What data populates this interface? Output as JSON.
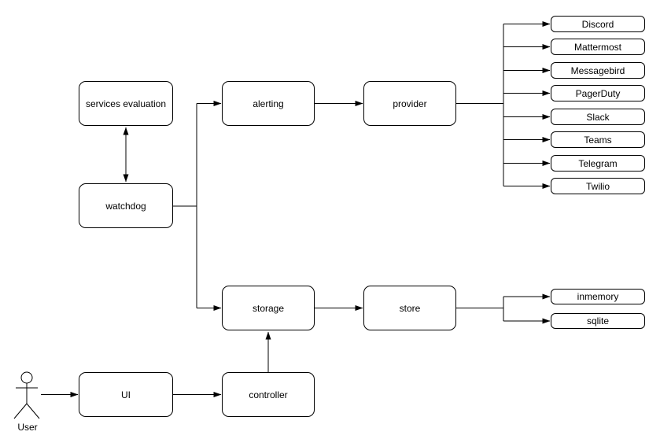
{
  "diagram": {
    "nodes": {
      "services_evaluation": {
        "label": "services evaluation"
      },
      "watchdog": {
        "label": "watchdog"
      },
      "alerting": {
        "label": "alerting"
      },
      "provider": {
        "label": "provider"
      },
      "storage": {
        "label": "storage"
      },
      "store": {
        "label": "store"
      },
      "ui": {
        "label": "UI"
      },
      "controller": {
        "label": "controller"
      }
    },
    "provider_targets": [
      "Discord",
      "Mattermost",
      "Messagebird",
      "PagerDuty",
      "Slack",
      "Teams",
      "Telegram",
      "Twilio"
    ],
    "store_targets": [
      "inmemory",
      "sqlite"
    ],
    "actor": {
      "label": "User"
    },
    "colors": {
      "stroke": "#000000",
      "node_fill": "#ffffff",
      "text": "#000000",
      "background": "#ffffff"
    }
  }
}
